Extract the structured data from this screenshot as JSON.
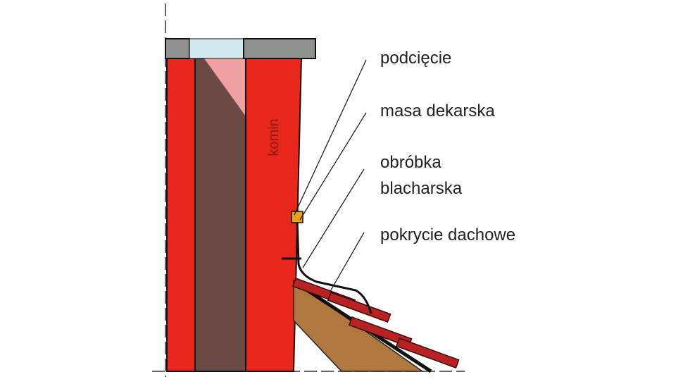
{
  "diagram": {
    "element_label": "komin",
    "labels": [
      {
        "id": "podciecie",
        "lines": [
          "podcięcie"
        ]
      },
      {
        "id": "masa",
        "lines": [
          "masa dekarska"
        ]
      },
      {
        "id": "obrobka",
        "lines": [
          "obróbka",
          "blacharska"
        ]
      },
      {
        "id": "pokrycie",
        "lines": [
          "pokrycie dachowe"
        ]
      }
    ],
    "colors": {
      "chimney_brick": "#e8261c",
      "flue": "#6b4a45",
      "cap": "#8f918e",
      "flue_opening": "#cfe9ef",
      "sealant": "#e8a21a",
      "roof_board": "#b0773f",
      "roof_tiles": "#b82222"
    }
  }
}
